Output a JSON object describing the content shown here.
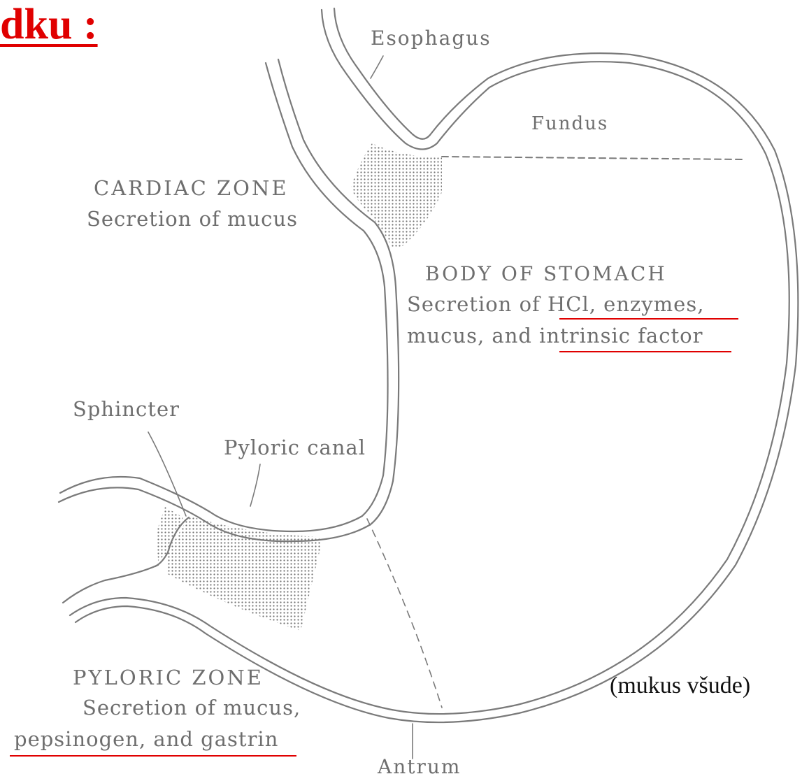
{
  "title": "dku :",
  "labels": {
    "esophagus": "Esophagus",
    "fundus": "Fundus",
    "cardiac_title": "CARDIAC ZONE",
    "cardiac_desc": "Secretion of mucus",
    "body_title": "BODY OF STOMACH",
    "body_desc_1": "Secretion of HCl, enzymes,",
    "body_desc_2": "mucus, and intrinsic factor",
    "sphincter": "Sphincter",
    "pyloric_canal": "Pyloric canal",
    "pyloric_title": "PYLORIC ZONE",
    "pyloric_desc_1": "Secretion of mucus,",
    "pyloric_desc_2": "pepsinogen, and gastrin",
    "antrum": "Antrum"
  },
  "note": "(mukus všude)",
  "colors": {
    "title": "#e00000",
    "underline": "#e00000",
    "ink": "#6e6e6e",
    "note": "#111111"
  }
}
